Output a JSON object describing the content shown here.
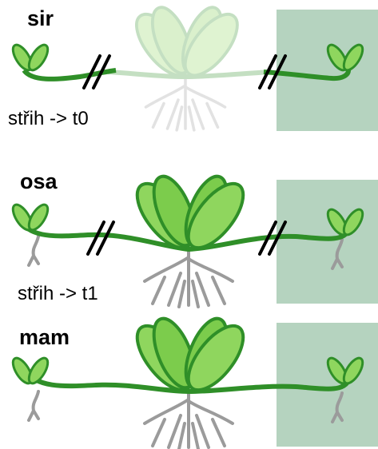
{
  "panels": [
    {
      "label": "sir",
      "note": "střih -> t0"
    },
    {
      "label": "osa",
      "note": "střih -> t1"
    },
    {
      "label": "mam"
    }
  ],
  "colors": {
    "stem": "#2f8f28",
    "leaf_fill": "#8fd65e",
    "leaf_stroke": "#2f8f28",
    "root": "#9b9b9b",
    "box": "#b5d3bf"
  }
}
